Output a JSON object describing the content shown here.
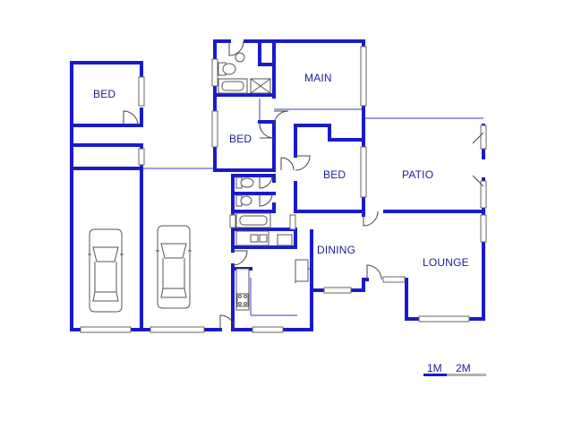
{
  "rooms": {
    "bed_1": "BED",
    "main": "MAIN",
    "bed_2": "BED",
    "bed_3": "BED",
    "patio": "PATIO",
    "dining": "DINING",
    "lounge": "LOUNGE"
  },
  "scale": {
    "label_1": "1M",
    "label_2": "2M"
  },
  "colors": {
    "wall": "#1a1acc",
    "text": "#1c1c96",
    "fixture": "#555555",
    "scale_primary": "#1a1acc",
    "scale_secondary": "#b0b0b0"
  },
  "icons": [
    "car-icon",
    "car-icon",
    "toilet-icon",
    "toilet-icon",
    "toilet-icon",
    "bathtub-icon",
    "bathtub-icon",
    "shower-icon",
    "stove-icon",
    "sink-icon"
  ]
}
